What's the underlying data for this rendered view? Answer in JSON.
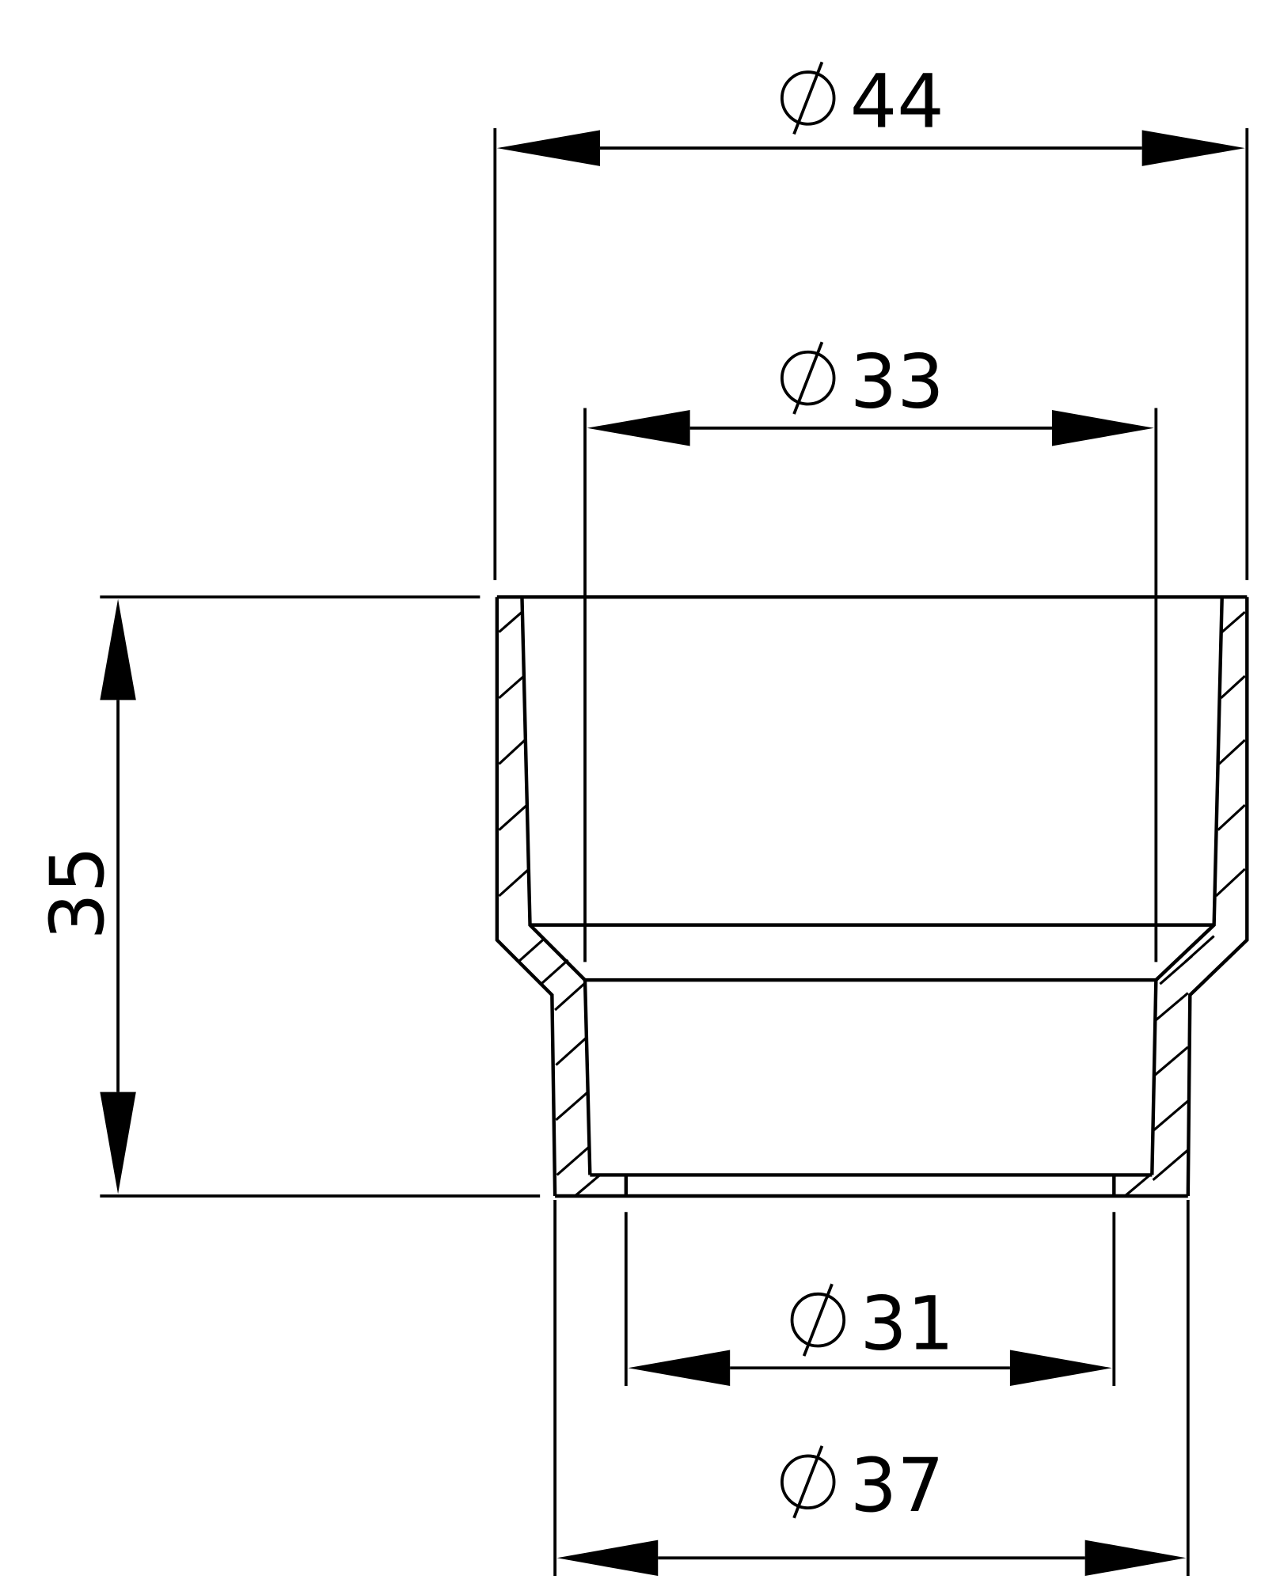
{
  "drawing": {
    "type": "technical cross-section drawing",
    "subject": "stepped pipe reducer / adapter sleeve",
    "line_color": "#000000",
    "background": "#ffffff",
    "diameter_symbol": "Ø"
  },
  "dimensions": {
    "top_outer": {
      "symbol": "⌀",
      "value": "44"
    },
    "top_inner": {
      "symbol": "⌀",
      "value": "33"
    },
    "bottom_inner": {
      "symbol": "⌀",
      "value": "31"
    },
    "bottom_outer": {
      "symbol": "⌀",
      "value": "37"
    },
    "height": {
      "value": "35"
    }
  }
}
